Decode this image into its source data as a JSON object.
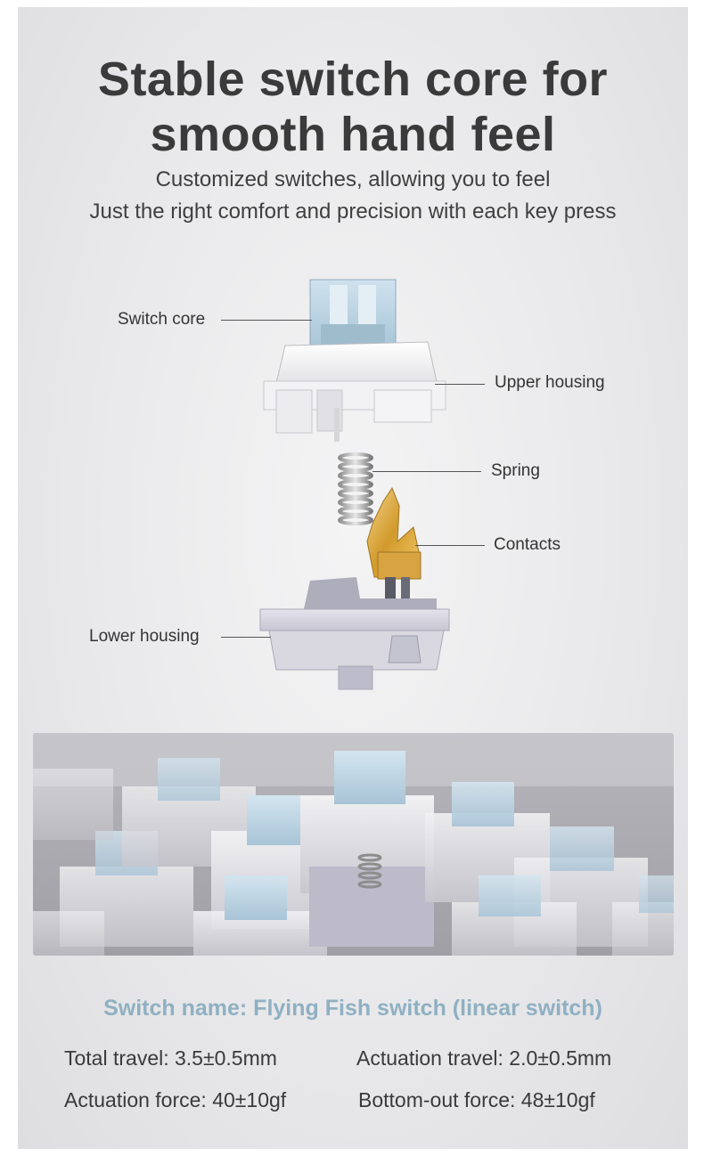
{
  "header": {
    "title_line1": "Stable switch core for",
    "title_line2": "smooth hand feel",
    "subtitle_line1": "Customized switches, allowing you to feel",
    "subtitle_line2": "Just the right comfort and precision with each key press"
  },
  "diagram": {
    "labels": {
      "switch_core": "Switch core",
      "upper_housing": "Upper housing",
      "spring": "Spring",
      "contacts": "Contacts",
      "lower_housing": "Lower housing"
    }
  },
  "specs": {
    "switch_name": "Switch name: Flying Fish switch (linear switch)",
    "total_travel": "Total travel: 3.5±0.5mm",
    "actuation_travel": "Actuation travel: 2.0±0.5mm",
    "actuation_force": "Actuation force: 40±10gf",
    "bottom_out_force": "Bottom-out force: 48±10gf"
  },
  "colors": {
    "accent": "#8fb0c2",
    "text": "#3a3a3a",
    "stem": "#b9d3e2",
    "contacts_gold": "#d8a640"
  }
}
